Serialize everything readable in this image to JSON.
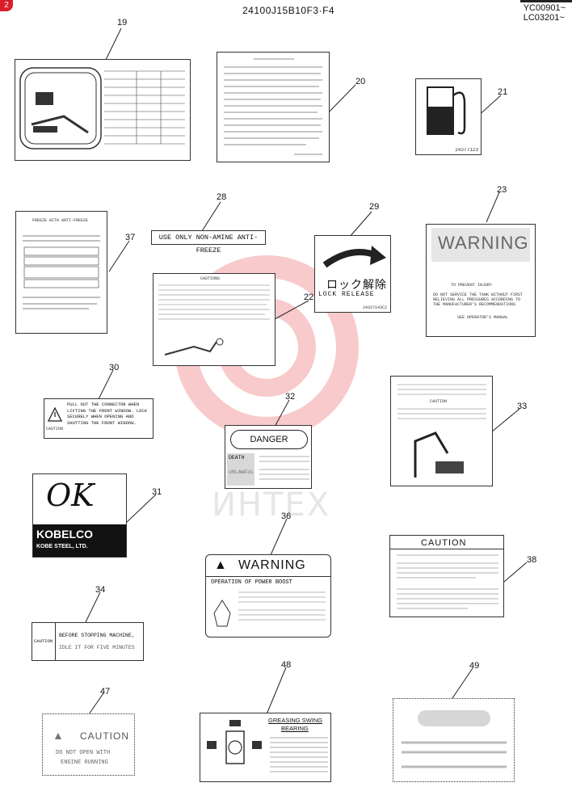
{
  "header": {
    "code": "24100J15B10F3·F4",
    "serial_line1": "YC00901~",
    "serial_line2": "LC03201~"
  },
  "badge": "2",
  "labels": {
    "n19": "19",
    "n20": "20",
    "n21": "21",
    "n21_code": "24377123",
    "n28": "28",
    "l28_text": "USE ONLY NON-AMINE ANTI-FREEZE",
    "n37": "37",
    "l37_title": "FREEZE WITH ANTI-FREEZE",
    "n29": "29",
    "l29_jp": "ロック解除",
    "l29_en": "LOCK RELEASE",
    "l29_code": "24327143C2",
    "n23": "23",
    "l23_head": "WARNING",
    "l23_sub": "TO PREVENT INJURY",
    "l23_body": "DO NOT SERVICE THE TANK WITHOUT FIRST RELIEVING ALL PRESSURES ACCORDING TO THE MANUFACTURER'S RECOMMENDATIONS",
    "l23_foot": "SEE OPERATOR'S MANUAL",
    "n22": "22",
    "l22_title": "CAUTIONS",
    "n30": "30",
    "l30_text": "PULL OUT THE CONNECTOR WHEN LIFTING THE FRONT WINDOW. LOCK SECURELY WHEN OPENING AND SHUTTING THE FRONT WINDOW.",
    "l30_caution": "CAUTION",
    "n32": "32",
    "l32_head": "DANGER",
    "l32_death": "DEATH",
    "l32_unlawful": "UNLAWFUL",
    "n33": "33",
    "l33_caution": "CAUTION",
    "n31": "31",
    "l31_ok": "OK",
    "l31_brand": "KOBELCO",
    "l31_sub": "KOBE STEEL, LTD.",
    "n36": "36",
    "l36_head": "WARNING",
    "l36_title": "OPERATION OF POWER BOOST",
    "n38": "38",
    "l38_head": "CAUTION",
    "n34": "34",
    "l34_side": "CAUTION",
    "l34_line1": "BEFORE STOPPING MACHINE,",
    "l34_line2": "IDLE IT FOR FIVE MINUTES",
    "n47": "47",
    "l47_head": "CAUTION",
    "l47_line1": "DO NOT OPEN WITH",
    "l47_line2": "ENGINE RUNNING",
    "n48": "48",
    "l48_title": "GREASING SWING",
    "l48_title2": "BEARING",
    "n49": "49"
  },
  "watermark": {
    "text": "ИНТЕХ",
    "color": "#e6303a"
  }
}
